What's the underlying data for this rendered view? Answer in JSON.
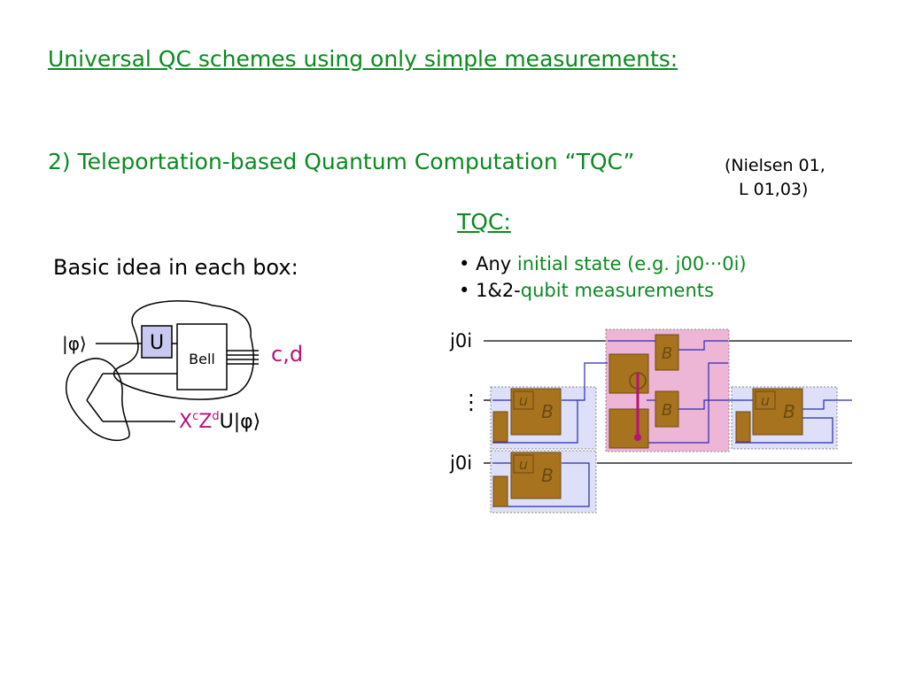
{
  "title": "Universal QC schemes using only simple measurements:",
  "subtitle": "2) Teleportation-based Quantum Computation “TQC”",
  "citation": {
    "line1": "(Nielsen 01,",
    "line2": "L 01,03)"
  },
  "tqc_heading": "TQC:",
  "bullets": [
    {
      "dot": "•",
      "prefix": "Any",
      "highlight": "initial state (e.g. j00···0i)"
    },
    {
      "dot": "•",
      "prefix": "1&2-",
      "highlight": "qubit measurements"
    }
  ],
  "basic_idea": {
    "label": "Basic idea in each box:",
    "input_state": "|φ⟩",
    "u_gate": "U",
    "bell_box": "Bell",
    "outcome": "c,d",
    "output_X": "X",
    "output_c": "c",
    "output_Z": "Z",
    "output_d": "d",
    "output_U": "U",
    "output_phi": "|φ⟩"
  },
  "tqc_circuit": {
    "qubit_top": "j0i",
    "ellipsis": "⋮",
    "qubit_bottom": "j0i",
    "block_u": "u",
    "block_b": "B"
  },
  "colors": {
    "heading": "#0b8a20",
    "highlight_text": "#b5127a",
    "u_fill": "#c8c8f0",
    "gate_fill": "#a8731e",
    "gate_stroke": "#6b4a12",
    "panel_blue": "#dde0f8",
    "panel_pink": "#eeb6d6",
    "wire_blue": "#2b2bb0"
  }
}
